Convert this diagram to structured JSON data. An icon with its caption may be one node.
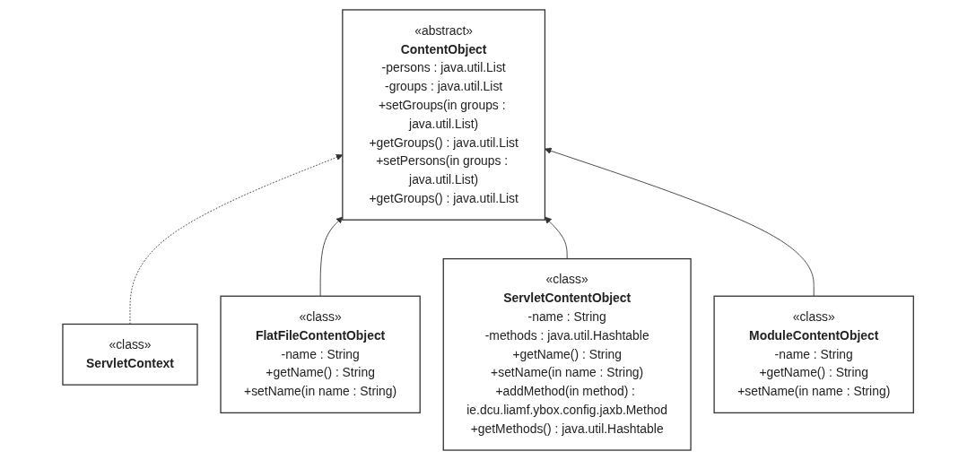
{
  "diagram": {
    "nodes": [
      {
        "text": [
          "«class»",
          "ServletContext"
        ]
      },
      {
        "text": [
          "«abstract»",
          "ContentObject",
          "-persons : java.util.List",
          "-groups : java.util.List",
          "+setGroups(in groups : java.util.List)",
          "+getGroups() : java.util.List",
          "+setPersons(in groups : java.util.List)",
          "+getGroups() : java.util.List"
        ]
      },
      {
        "text": [
          "«class»",
          "FlatFileContentObject",
          "-name : String",
          "+getName() : String",
          "+setName(in name : String)"
        ]
      },
      {
        "text": [
          "«class»",
          "ServletContentObject",
          "-name : String",
          "-methods : java.util.Hashtable",
          "+getName() : String",
          "+setName(in name : String)",
          "+addMethod(in method) : ie.dcu.liamf.ybox.config.jaxb.Method",
          "+getMethods() : java.util.Hashtable"
        ]
      },
      {
        "text": [
          "«class»",
          "ModuleContentObject",
          "-name : String",
          "+getName() : String",
          "+setName(in name : String)"
        ]
      }
    ],
    "edges": [
      {
        "from": 0,
        "to": 1,
        "arrow": "to",
        "style": "dashed"
      },
      {
        "from": 2,
        "to": 1,
        "arrow": "to"
      },
      {
        "from": 3,
        "to": 1,
        "arrow": "to"
      },
      {
        "from": 4,
        "to": 1,
        "arrow": "to"
      }
    ]
  }
}
